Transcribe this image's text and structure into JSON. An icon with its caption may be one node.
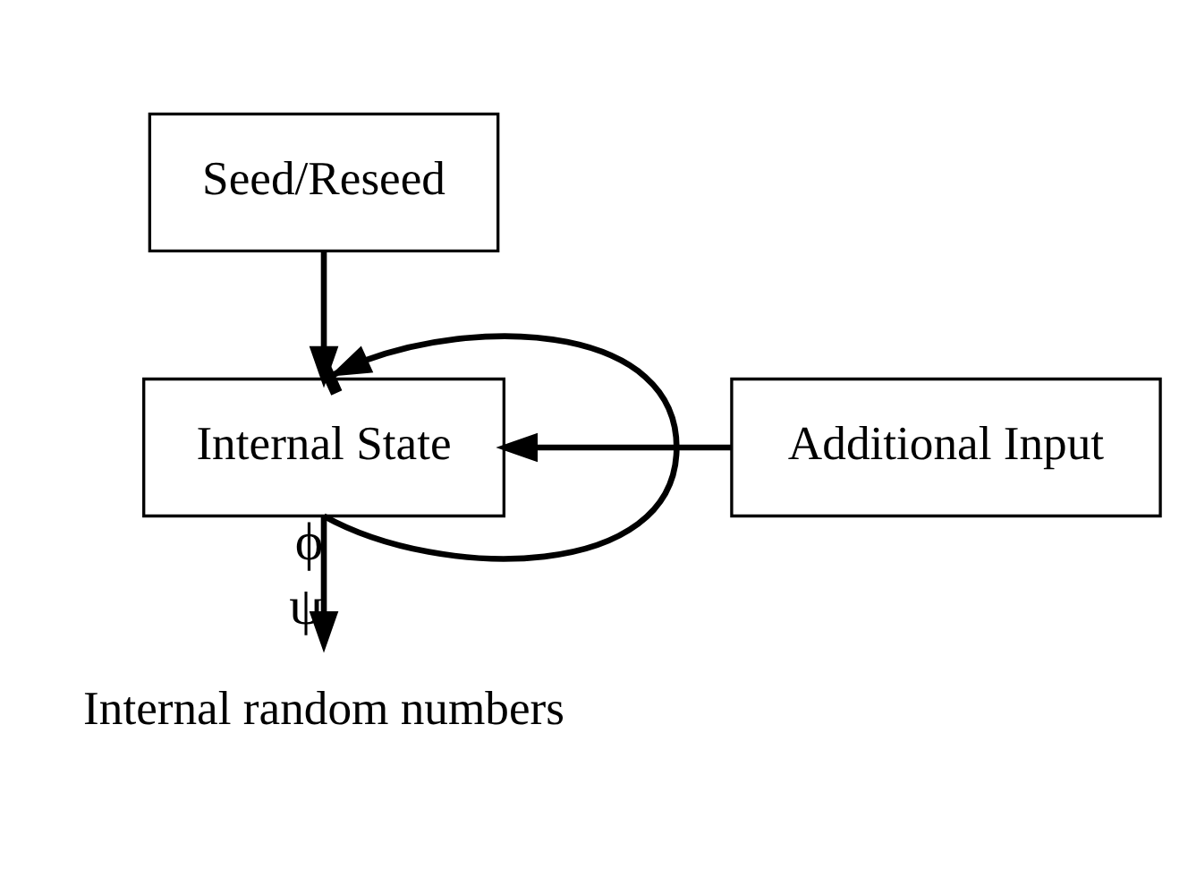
{
  "diagram": {
    "nodes": [
      {
        "text": [
          "Seed/Reseed"
        ]
      },
      {
        "text": [
          "Internal State"
        ]
      },
      {
        "text": [
          "Additional Input"
        ]
      },
      {
        "text": [
          "Internal random numbers"
        ]
      }
    ],
    "edges": [
      {
        "from": 0,
        "to": 1,
        "arrow": "to"
      },
      {
        "from": 1,
        "to": 1,
        "arrow": "to",
        "label": "ϕ"
      },
      {
        "from": 2,
        "to": 1,
        "arrow": "to"
      },
      {
        "from": 1,
        "to": 3,
        "arrow": "to",
        "label": "ψ"
      }
    ]
  }
}
